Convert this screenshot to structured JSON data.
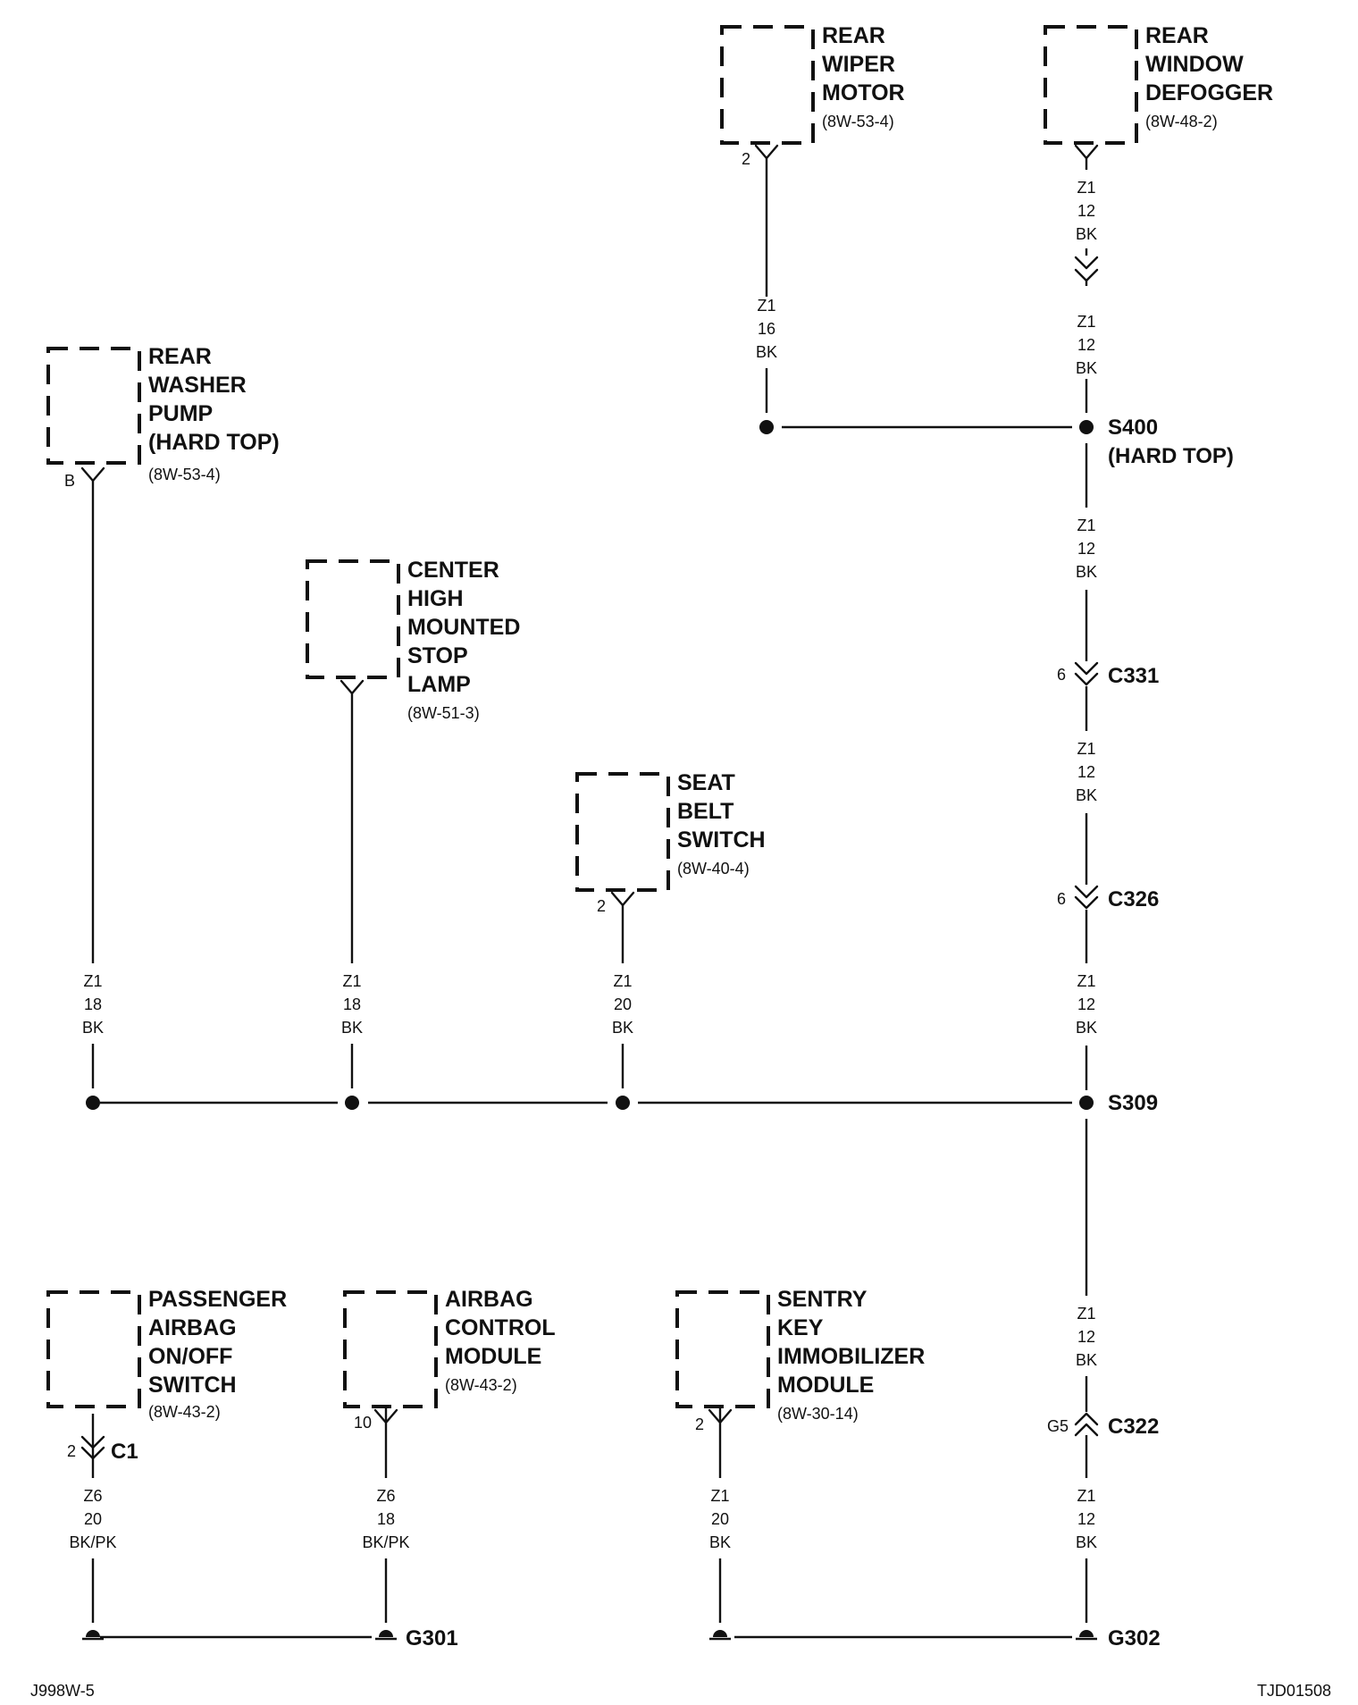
{
  "components": {
    "rear_wiper_motor": {
      "title": [
        "REAR",
        "WIPER",
        "MOTOR"
      ],
      "ref": "(8W-53-4)",
      "pin": "2"
    },
    "rear_window_defogger": {
      "title": [
        "REAR",
        "WINDOW",
        "DEFOGGER"
      ],
      "ref": "(8W-48-2)",
      "pin": ""
    },
    "rear_washer_pump": {
      "title": [
        "REAR",
        "WASHER",
        "PUMP",
        "(HARD TOP)"
      ],
      "ref": "(8W-53-4)",
      "pin": "B"
    },
    "center_high_mounted_stop_lamp": {
      "title": [
        "CENTER",
        "HIGH",
        "MOUNTED",
        "STOP",
        "LAMP"
      ],
      "ref": "(8W-51-3)",
      "pin": ""
    },
    "seat_belt_switch": {
      "title": [
        "SEAT",
        "BELT",
        "SWITCH"
      ],
      "ref": "(8W-40-4)",
      "pin": "2"
    },
    "passenger_airbag_switch": {
      "title": [
        "PASSENGER",
        "AIRBAG",
        "ON/OFF",
        "SWITCH"
      ],
      "ref": "(8W-43-2)",
      "pin": ""
    },
    "airbag_control_module": {
      "title": [
        "AIRBAG",
        "CONTROL",
        "MODULE"
      ],
      "ref": "(8W-43-2)",
      "pin": "10"
    },
    "sentry_key_immobilizer_module": {
      "title": [
        "SENTRY",
        "KEY",
        "IMMOBILIZER",
        "MODULE"
      ],
      "ref": "(8W-30-14)",
      "pin": "2"
    }
  },
  "wires": {
    "wiper_z1_16": [
      "Z1",
      "16",
      "BK"
    ],
    "defog_z1_12_a": [
      "Z1",
      "12",
      "BK"
    ],
    "defog_z1_12_b": [
      "Z1",
      "12",
      "BK"
    ],
    "s400_c331": [
      "Z1",
      "12",
      "BK"
    ],
    "c331_c326": [
      "Z1",
      "12",
      "BK"
    ],
    "c326_s309": [
      "Z1",
      "12",
      "BK"
    ],
    "washer_z1_18": [
      "Z1",
      "18",
      "BK"
    ],
    "chmsl_z1_18": [
      "Z1",
      "18",
      "BK"
    ],
    "seatbelt_z1_20": [
      "Z1",
      "20",
      "BK"
    ],
    "s309_c322": [
      "Z1",
      "12",
      "BK"
    ],
    "c322_g302": [
      "Z1",
      "12",
      "BK"
    ],
    "pab_z6_20": [
      "Z6",
      "20",
      "BK/PK"
    ],
    "acm_z6_18": [
      "Z6",
      "18",
      "BK/PK"
    ],
    "skim_z1_20": [
      "Z1",
      "20",
      "BK"
    ]
  },
  "splices": {
    "s400": [
      "S400",
      "(HARD TOP)"
    ],
    "s309": "S309"
  },
  "connectors": {
    "c331": {
      "name": "C331",
      "pin": "6"
    },
    "c326": {
      "name": "C326",
      "pin": "6"
    },
    "c322": {
      "name": "C322",
      "pin": "G5"
    },
    "c1": {
      "name": "C1",
      "pin": "2"
    }
  },
  "grounds": {
    "g301": "G301",
    "g302": "G302"
  },
  "footer": {
    "left": "J998W-5",
    "right": "TJD01508"
  }
}
